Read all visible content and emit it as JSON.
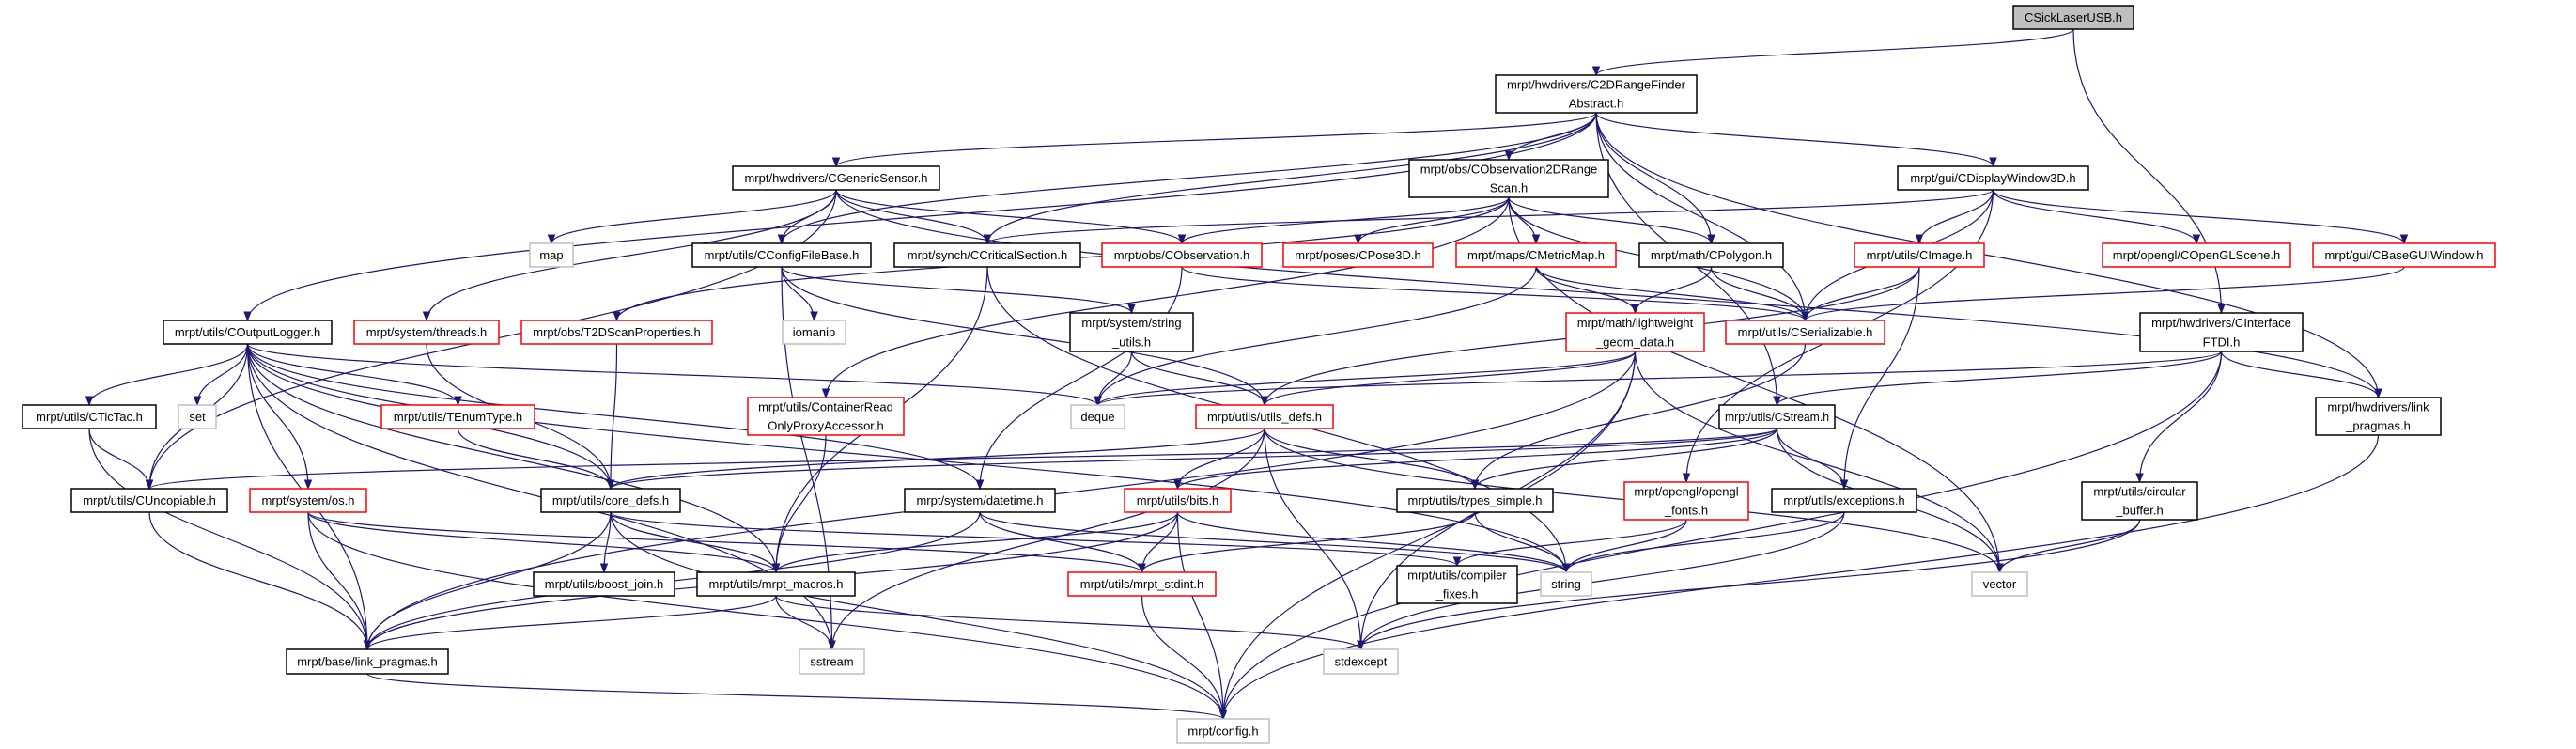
{
  "title": "CSickLaserUSB.h include dependency graph",
  "colors": {
    "edge": "#191970",
    "root_fill": "#bfbfbf",
    "documented": "#000000",
    "truncated": "#ff0000",
    "external": "#bfbfbf"
  },
  "nodes": [
    {
      "id": "sick",
      "lines": [
        "CSickLaserUSB.h"
      ],
      "kind": "root"
    },
    {
      "id": "c2d",
      "lines": [
        "mrpt/hwdrivers/C2DRangeFinder",
        "Abstract.h"
      ],
      "kind": "documented"
    },
    {
      "id": "gensensor",
      "lines": [
        "mrpt/hwdrivers/CGenericSensor.h"
      ],
      "kind": "documented"
    },
    {
      "id": "obs2d",
      "lines": [
        "mrpt/obs/CObservation2DRange",
        "Scan.h"
      ],
      "kind": "documented"
    },
    {
      "id": "disp3d",
      "lines": [
        "mrpt/gui/CDisplayWindow3D.h"
      ],
      "kind": "documented"
    },
    {
      "id": "map",
      "lines": [
        "map"
      ],
      "kind": "external"
    },
    {
      "id": "cfgfile",
      "lines": [
        "mrpt/utils/CConfigFileBase.h"
      ],
      "kind": "documented"
    },
    {
      "id": "critsec",
      "lines": [
        "mrpt/synch/CCriticalSection.h"
      ],
      "kind": "documented"
    },
    {
      "id": "cobs",
      "lines": [
        "mrpt/obs/CObservation.h"
      ],
      "kind": "truncated"
    },
    {
      "id": "pose3d",
      "lines": [
        "mrpt/poses/CPose3D.h"
      ],
      "kind": "truncated"
    },
    {
      "id": "metricmap",
      "lines": [
        "mrpt/maps/CMetricMap.h"
      ],
      "kind": "truncated"
    },
    {
      "id": "polygon",
      "lines": [
        "mrpt/math/CPolygon.h"
      ],
      "kind": "documented"
    },
    {
      "id": "cimage",
      "lines": [
        "mrpt/utils/CImage.h"
      ],
      "kind": "truncated"
    },
    {
      "id": "glscene",
      "lines": [
        "mrpt/opengl/COpenGLScene.h"
      ],
      "kind": "truncated"
    },
    {
      "id": "guiwin",
      "lines": [
        "mrpt/gui/CBaseGUIWindow.h"
      ],
      "kind": "truncated"
    },
    {
      "id": "outlogger",
      "lines": [
        "mrpt/utils/COutputLogger.h"
      ],
      "kind": "documented"
    },
    {
      "id": "threads",
      "lines": [
        "mrpt/system/threads.h"
      ],
      "kind": "truncated"
    },
    {
      "id": "t2dscan",
      "lines": [
        "mrpt/obs/T2DScanProperties.h"
      ],
      "kind": "truncated"
    },
    {
      "id": "iomanip",
      "lines": [
        "iomanip"
      ],
      "kind": "external"
    },
    {
      "id": "strutils",
      "lines": [
        "mrpt/system/string",
        "_utils.h"
      ],
      "kind": "documented"
    },
    {
      "id": "lwgeom",
      "lines": [
        "mrpt/math/lightweight",
        "_geom_data.h"
      ],
      "kind": "truncated"
    },
    {
      "id": "cserial",
      "lines": [
        "mrpt/utils/CSerializable.h"
      ],
      "kind": "truncated"
    },
    {
      "id": "ftdi",
      "lines": [
        "mrpt/hwdrivers/CInterface",
        "FTDI.h"
      ],
      "kind": "documented"
    },
    {
      "id": "hwpragmas",
      "lines": [
        "mrpt/hwdrivers/link",
        "_pragmas.h"
      ],
      "kind": "documented"
    },
    {
      "id": "tictac",
      "lines": [
        "mrpt/utils/CTicTac.h"
      ],
      "kind": "documented"
    },
    {
      "id": "set",
      "lines": [
        "set"
      ],
      "kind": "external"
    },
    {
      "id": "tenum",
      "lines": [
        "mrpt/utils/TEnumType.h"
      ],
      "kind": "truncated"
    },
    {
      "id": "container",
      "lines": [
        "mrpt/utils/ContainerRead",
        "OnlyProxyAccessor.h"
      ],
      "kind": "truncated"
    },
    {
      "id": "deque",
      "lines": [
        "deque"
      ],
      "kind": "external"
    },
    {
      "id": "utilsdefs",
      "lines": [
        "mrpt/utils/utils_defs.h"
      ],
      "kind": "truncated"
    },
    {
      "id": "cstream",
      "lines": [
        "mrpt/utils/CStream.h"
      ],
      "kind": "documented"
    },
    {
      "id": "uncopiable",
      "lines": [
        "mrpt/utils/CUncopiable.h"
      ],
      "kind": "documented"
    },
    {
      "id": "os",
      "lines": [
        "mrpt/system/os.h"
      ],
      "kind": "truncated"
    },
    {
      "id": "coredefs",
      "lines": [
        "mrpt/utils/core_defs.h"
      ],
      "kind": "documented"
    },
    {
      "id": "datetime",
      "lines": [
        "mrpt/system/datetime.h"
      ],
      "kind": "documented"
    },
    {
      "id": "bits",
      "lines": [
        "mrpt/utils/bits.h"
      ],
      "kind": "truncated"
    },
    {
      "id": "typessimple",
      "lines": [
        "mrpt/utils/types_simple.h"
      ],
      "kind": "documented"
    },
    {
      "id": "glfonts",
      "lines": [
        "mrpt/opengl/opengl",
        "_fonts.h"
      ],
      "kind": "truncated"
    },
    {
      "id": "exceptions",
      "lines": [
        "mrpt/utils/exceptions.h"
      ],
      "kind": "documented"
    },
    {
      "id": "circbuf",
      "lines": [
        "mrpt/utils/circular",
        "_buffer.h"
      ],
      "kind": "documented"
    },
    {
      "id": "boostjoin",
      "lines": [
        "mrpt/utils/boost_join.h"
      ],
      "kind": "documented"
    },
    {
      "id": "macros",
      "lines": [
        "mrpt/utils/mrpt_macros.h"
      ],
      "kind": "documented"
    },
    {
      "id": "stdint",
      "lines": [
        "mrpt/utils/mrpt_stdint.h"
      ],
      "kind": "truncated"
    },
    {
      "id": "compfixes",
      "lines": [
        "mrpt/utils/compiler",
        "_fixes.h"
      ],
      "kind": "documented"
    },
    {
      "id": "string",
      "lines": [
        "string"
      ],
      "kind": "external"
    },
    {
      "id": "vector",
      "lines": [
        "vector"
      ],
      "kind": "external"
    },
    {
      "id": "basepragmas",
      "lines": [
        "mrpt/base/link_pragmas.h"
      ],
      "kind": "documented"
    },
    {
      "id": "sstream",
      "lines": [
        "sstream"
      ],
      "kind": "external"
    },
    {
      "id": "stdexcept",
      "lines": [
        "stdexcept"
      ],
      "kind": "external"
    },
    {
      "id": "config",
      "lines": [
        "mrpt/config.h"
      ],
      "kind": "external"
    }
  ],
  "edges": [
    [
      "sick",
      "c2d"
    ],
    [
      "sick",
      "ftdi"
    ],
    [
      "c2d",
      "gensensor"
    ],
    [
      "c2d",
      "obs2d"
    ],
    [
      "c2d",
      "polygon"
    ],
    [
      "c2d",
      "disp3d"
    ],
    [
      "c2d",
      "outlogger"
    ],
    [
      "c2d",
      "cfgfile"
    ],
    [
      "c2d",
      "critsec"
    ],
    [
      "c2d",
      "cstream"
    ],
    [
      "c2d",
      "hwpragmas"
    ],
    [
      "c2d",
      "cserial"
    ],
    [
      "gensensor",
      "map"
    ],
    [
      "gensensor",
      "cfgfile"
    ],
    [
      "gensensor",
      "critsec"
    ],
    [
      "gensensor",
      "cobs"
    ],
    [
      "gensensor",
      "threads"
    ],
    [
      "gensensor",
      "uncopiable"
    ],
    [
      "gensensor",
      "hwpragmas"
    ],
    [
      "obs2d",
      "cobs"
    ],
    [
      "obs2d",
      "pose3d"
    ],
    [
      "obs2d",
      "metricmap"
    ],
    [
      "obs2d",
      "polygon"
    ],
    [
      "obs2d",
      "cserial"
    ],
    [
      "obs2d",
      "t2dscan"
    ],
    [
      "obs2d",
      "container"
    ],
    [
      "obs2d",
      "vector"
    ],
    [
      "disp3d",
      "cimage"
    ],
    [
      "disp3d",
      "glscene"
    ],
    [
      "disp3d",
      "guiwin"
    ],
    [
      "disp3d",
      "glfonts"
    ],
    [
      "disp3d",
      "critsec"
    ],
    [
      "disp3d",
      "cserial"
    ],
    [
      "cfgfile",
      "iomanip"
    ],
    [
      "cfgfile",
      "strutils"
    ],
    [
      "cfgfile",
      "utilsdefs"
    ],
    [
      "cfgfile",
      "sstream"
    ],
    [
      "critsec",
      "macros"
    ],
    [
      "critsec",
      "string"
    ],
    [
      "cobs",
      "cserial"
    ],
    [
      "cobs",
      "datetime"
    ],
    [
      "metricmap",
      "lwgeom"
    ],
    [
      "metricmap",
      "cserial"
    ],
    [
      "metricmap",
      "deque"
    ],
    [
      "polygon",
      "lwgeom"
    ],
    [
      "polygon",
      "cserial"
    ],
    [
      "cimage",
      "cserial"
    ],
    [
      "cimage",
      "exceptions"
    ],
    [
      "cimage",
      "utilsdefs"
    ],
    [
      "guiwin",
      "cserial"
    ],
    [
      "cserial",
      "typessimple"
    ],
    [
      "lwgeom",
      "utilsdefs"
    ],
    [
      "lwgeom",
      "deque"
    ],
    [
      "lwgeom",
      "stdexcept"
    ],
    [
      "lwgeom",
      "vector"
    ],
    [
      "lwgeom",
      "config"
    ],
    [
      "lwgeom",
      "basepragmas"
    ],
    [
      "outlogger",
      "tictac"
    ],
    [
      "outlogger",
      "set"
    ],
    [
      "outlogger",
      "tenum"
    ],
    [
      "outlogger",
      "uncopiable"
    ],
    [
      "outlogger",
      "os"
    ],
    [
      "outlogger",
      "coredefs"
    ],
    [
      "outlogger",
      "macros"
    ],
    [
      "outlogger",
      "deque"
    ],
    [
      "outlogger",
      "string"
    ],
    [
      "outlogger",
      "sstream"
    ],
    [
      "outlogger",
      "basepragmas"
    ],
    [
      "outlogger",
      "datetime"
    ],
    [
      "threads",
      "coredefs"
    ],
    [
      "t2dscan",
      "coredefs"
    ],
    [
      "strutils",
      "deque"
    ],
    [
      "strutils",
      "utilsdefs"
    ],
    [
      "ftdi",
      "cstream"
    ],
    [
      "ftdi",
      "hwpragmas"
    ],
    [
      "ftdi",
      "circbuf"
    ],
    [
      "ftdi",
      "deque"
    ],
    [
      "ftdi",
      "config"
    ],
    [
      "container",
      "macros"
    ],
    [
      "tenum",
      "coredefs"
    ],
    [
      "utilsdefs",
      "bits"
    ],
    [
      "utilsdefs",
      "typessimple"
    ],
    [
      "utilsdefs",
      "stdexcept"
    ],
    [
      "utilsdefs",
      "coredefs"
    ],
    [
      "utilsdefs",
      "vector"
    ],
    [
      "utilsdefs",
      "sstream"
    ],
    [
      "cstream",
      "typessimple"
    ],
    [
      "cstream",
      "exceptions"
    ],
    [
      "cstream",
      "vector"
    ],
    [
      "cstream",
      "uncopiable"
    ],
    [
      "cstream",
      "coredefs"
    ],
    [
      "cstream",
      "bits"
    ],
    [
      "tictac",
      "uncopiable"
    ],
    [
      "tictac",
      "basepragmas"
    ],
    [
      "uncopiable",
      "basepragmas"
    ],
    [
      "os",
      "basepragmas"
    ],
    [
      "os",
      "macros"
    ],
    [
      "os",
      "stdint"
    ],
    [
      "os",
      "config"
    ],
    [
      "coredefs",
      "boostjoin"
    ],
    [
      "coredefs",
      "macros"
    ],
    [
      "coredefs",
      "basepragmas"
    ],
    [
      "coredefs",
      "config"
    ],
    [
      "coredefs",
      "compfixes"
    ],
    [
      "datetime",
      "stdint"
    ],
    [
      "datetime",
      "basepragmas"
    ],
    [
      "datetime",
      "string"
    ],
    [
      "bits",
      "stdint"
    ],
    [
      "bits",
      "config"
    ],
    [
      "bits",
      "macros"
    ],
    [
      "bits",
      "basepragmas"
    ],
    [
      "bits",
      "string"
    ],
    [
      "typessimple",
      "string"
    ],
    [
      "typessimple",
      "stdint"
    ],
    [
      "glfonts",
      "string"
    ],
    [
      "glfonts",
      "compfixes"
    ],
    [
      "exceptions",
      "string"
    ],
    [
      "exceptions",
      "stdexcept"
    ],
    [
      "circbuf",
      "vector"
    ],
    [
      "circbuf",
      "stdexcept"
    ],
    [
      "macros",
      "basepragmas"
    ],
    [
      "macros",
      "sstream"
    ],
    [
      "macros",
      "stdexcept"
    ],
    [
      "stdint",
      "config"
    ],
    [
      "basepragmas",
      "config"
    ],
    [
      "hwpragmas",
      "config"
    ]
  ]
}
